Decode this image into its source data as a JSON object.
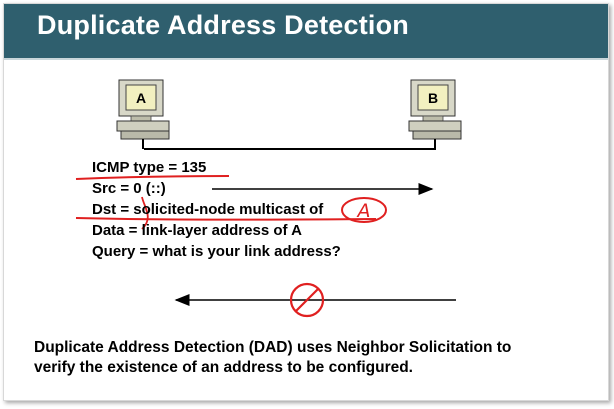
{
  "title": "Duplicate Address Detection",
  "hosts": {
    "a": "A",
    "b": "B"
  },
  "packet": {
    "line1": "ICMP type = 135",
    "line2": "Src = 0  (::)",
    "line3": "Dst = solicited-node multicast of",
    "line4": "Data = link-layer address of A",
    "line5": "Query = what is your link address?"
  },
  "annotation": {
    "circled": "A"
  },
  "caption": {
    "line1": "Duplicate Address Detection (DAD) uses Neighbor Solicitation to",
    "line2": "verify the existence of an address to be configured."
  },
  "colors": {
    "header": "#2f5f6e",
    "annotation": "#e02020",
    "pc_body": "#d8d8c8",
    "screen": "#f2f0c0"
  },
  "icons": [
    "computer-icon",
    "no-symbol-icon",
    "arrow-right",
    "arrow-left"
  ]
}
